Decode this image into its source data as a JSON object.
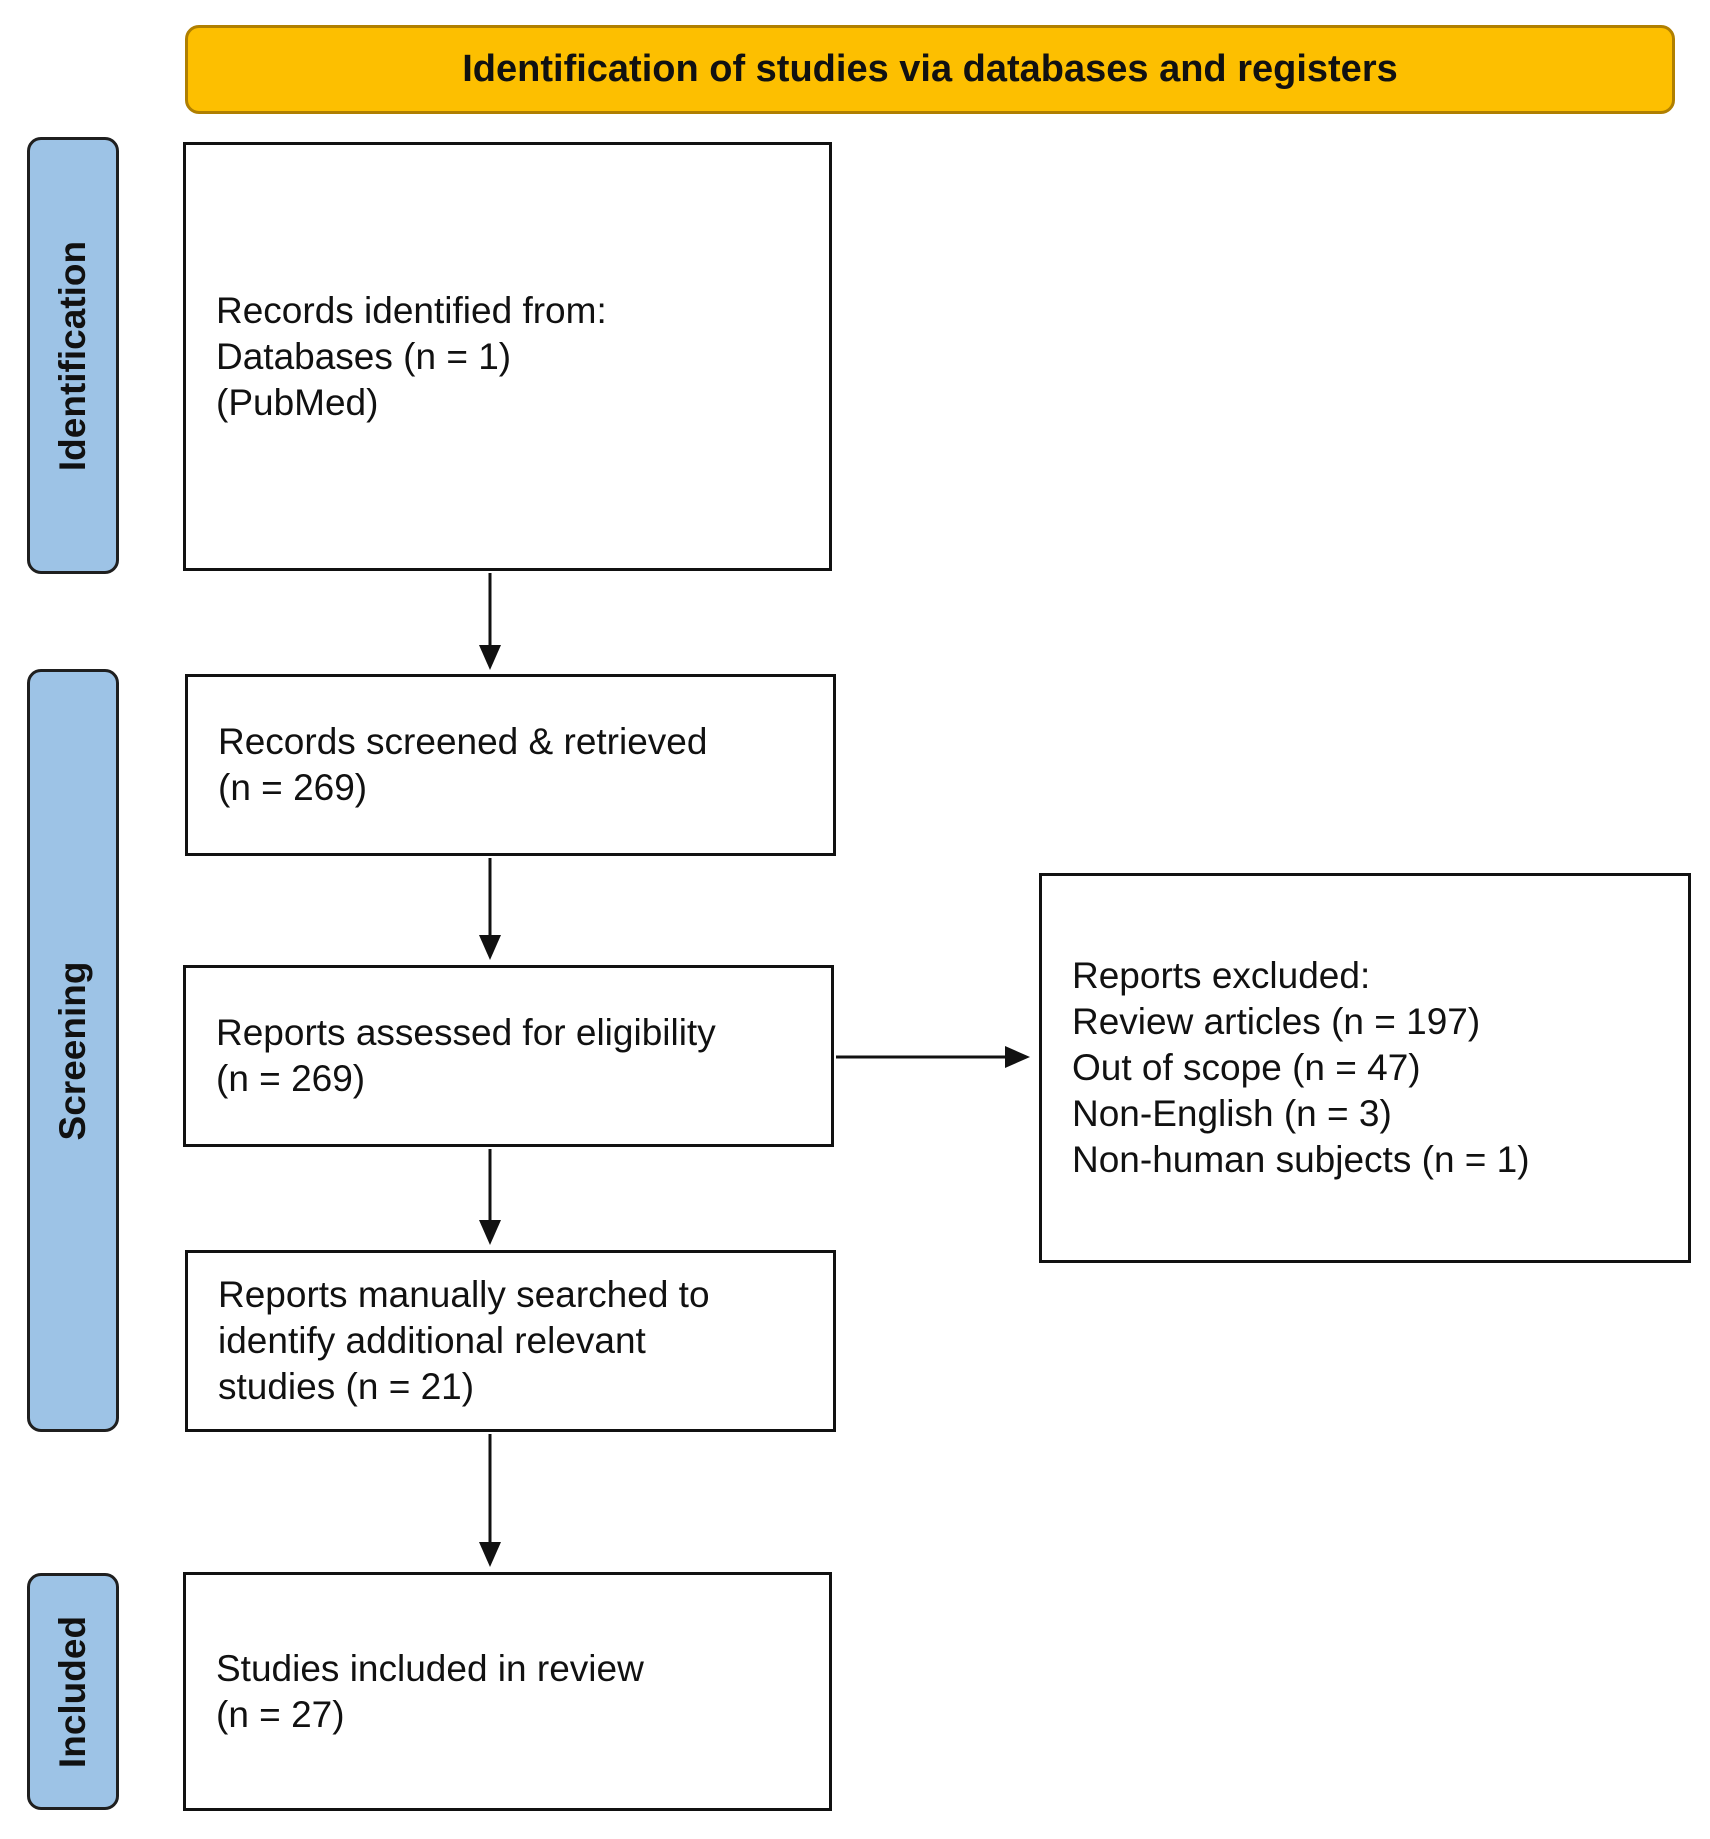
{
  "header": {
    "title": "Identification of studies via databases and registers"
  },
  "phases": {
    "identification": "Identification",
    "screening": "Screening",
    "included": "Included"
  },
  "boxes": {
    "records_identified": [
      "Records identified from:",
      "Databases (n = 1)",
      "(PubMed)"
    ],
    "records_screened": [
      "Records screened & retrieved",
      "(n = 269)"
    ],
    "reports_assessed": [
      "Reports assessed for eligibility",
      "(n = 269)"
    ],
    "reports_manual": [
      "Reports manually searched to",
      "identify additional relevant",
      "studies (n = 21)"
    ],
    "studies_included": [
      "Studies included in review",
      "(n = 27)"
    ],
    "reports_excluded": [
      "Reports excluded:",
      "Review articles (n = 197)",
      "Out of scope (n = 47)",
      "Non-English (n = 3)",
      "Non-human subjects (n = 1)"
    ]
  },
  "colors": {
    "header_fill": "#fdbf00",
    "header_border": "#b07f00",
    "phase_fill": "#9dc3e6",
    "border": "#111111"
  }
}
